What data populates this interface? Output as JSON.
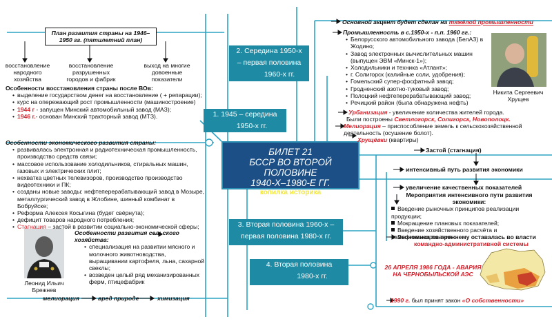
{
  "center": {
    "line1": "БИЛЕТ 21",
    "line2": "БССР ВО ВТОРОЙ ПОЛОВИНЕ",
    "line3": "1940-Х–1980-Е ГГ.",
    "subtitle": "копилка историка"
  },
  "periods": {
    "p1": {
      "a": "1. 1945 – середина",
      "b": "1950-х гг."
    },
    "p2": {
      "a": "2. Середина 1950-х",
      "b": "– первая половина",
      "c": "1960-х гг."
    },
    "p3": {
      "a": "3. Вторая половина 1960-х –",
      "b": "первая половина 1980-х гг."
    },
    "p4": {
      "a": "4. Вторая половина",
      "b": "1980-х гг."
    }
  },
  "plan": {
    "box1": "План развития страны на 1946–",
    "box2": "1950 гг. (пятилетний план)",
    "c1": [
      "восстановление",
      "народного",
      "хозяйства"
    ],
    "c2": [
      "восстановление",
      "разрушенных",
      "городов и фабрик"
    ],
    "c3": [
      "выход на многие",
      "довоенные",
      "показатели"
    ]
  },
  "restore": {
    "title": "Особенности восстановления страны после ВОв:",
    "items": [
      "выделение государством денег на восстановление ( + репарации);",
      "курс на опережающий рост промышленности (машиностроение)"
    ],
    "y1944": "1944 г",
    "t1944": " - запущен Минский автомобильный завод (МАЗ);",
    "y1946": "1946 г.",
    "t1946": "- основан Минский тракторный завод (МТЗ)."
  },
  "economy": {
    "title": "Особенности экономического развития страны:",
    "items": [
      "развивалась электронная и радиотехническая промышленность, производство средств связи;",
      "массовое использование холодильников, стиральных машин, газовых и электрических плит;",
      "нехватка цветных телевизоров, производство производство видеотехники и ПК;",
      "созданы новые заводы: нефтеперерабатывающий завод в Мозыре, металлургический завод в Жлобине, шинный комбинат в Бобруйске;",
      "Реформа Алексея Косыгина (будет свёрнута);",
      "дефицит товаров народного потребления;"
    ],
    "stag": "Стагнация",
    "stag_t": " – застой в развитии социально-экономической сферы;"
  },
  "agro": {
    "title1": "Особенности развития сельского",
    "title2": "хозяйства:",
    "items": [
      "специализация на развитии мясного и молочного животноводства, выращивании картофеля, льна, сахарной свеклы;",
      "возведен целый ряд механизированных ферм, птицефабрик"
    ]
  },
  "brezhnev": {
    "line1": "Леонид Ильич",
    "line2": "Брежнев"
  },
  "chain": {
    "a": "мелиорация",
    "b": "вред природе",
    "c": "химизация"
  },
  "p2info": {
    "accent_pre": "Основной акцент будет сделан на ",
    "accent_red": "тяжёлой промышленности",
    "ind_title": "Промышленность в с.1950-х - п.п. 1960 гг.:",
    "items": [
      "Белорусского автомобильного завода (БелАЗ) в Жодино;",
      "Завод электронных вычислительных машин (выпущен ЭВМ «Минск-1»);",
      "Холодильники и техника «Атлант»;",
      "г. Солигорск (калийные соли, удобрения);",
      "Гомельский супер-фосфатный завод;",
      "Гродненский азотно-туковый завод;",
      "Полоцкий нефтеперерабатывающий завод;",
      "Речицкий район (была обнаружена нефть)"
    ],
    "urb": "Урбанизация",
    "urb_t": " - увеличение количества жителей города.",
    "built": "Были построены ",
    "built_red": "Светлогорск, Солигорск, Новополоцк.",
    "mel": "Мелиорация",
    "mel_t": " – приспособление земель к сельскохозяйственной деятельность (осушение болот).",
    "hr": "Хрущёвки",
    "hr_t": " (квартиры)"
  },
  "khrushchev": {
    "line1": "Никита Сергеевич",
    "line2": "Хрущев"
  },
  "p3info": {
    "zastoi": "Застой (стагнация)",
    "intensive": "интенсивный путь развития экономики",
    "quality": "увеличение качественных показателей",
    "measures_title": "Мероприятия интенсивного пути развития экономики:",
    "measures": [
      "Введение рыночных принципов реализации продукции;",
      "Мокращение плановых показателей;",
      "Введение хозяйственного расчёта и самофинансирования."
    ],
    "cmd1": "Экономика по-прежнему оставалась во власти",
    "cmd2": "командно-административной системы"
  },
  "p4info": {
    "chern1": "26 АПРЕЛЯ 1986 ГОДА - АВАРИЯ",
    "chern2": "НА ЧЕРНОБЫЛЬСКОЙ АЭС",
    "law_year": "1990 г.",
    "law_t": " был принят закон ",
    "law_name": "«О собственности»"
  },
  "colors": {
    "line": "#2aa3c4",
    "period": "#1e8aa3",
    "center": "#1c4f86",
    "red": "#d4202a",
    "yellow": "#f2e63a"
  }
}
